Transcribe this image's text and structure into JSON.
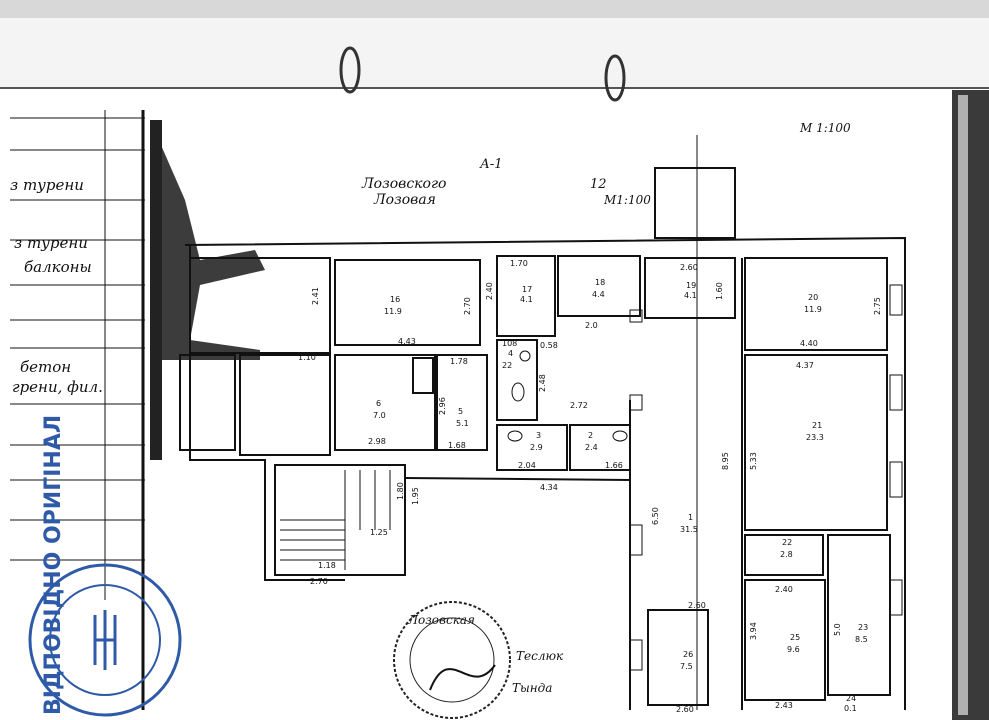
{
  "header": {
    "scale_top": "М 1:100",
    "letter": "А-1",
    "street_line1": "Лозовского",
    "street_line2": "Лозовая",
    "house_number": "12",
    "scale_mid": "М1:100"
  },
  "left_margin": {
    "lines": [
      "з турени",
      "з турени",
      "балконы",
      "бетон",
      "грени, фил."
    ]
  },
  "rooms": [
    {
      "no": "16",
      "area": "11.9"
    },
    {
      "no": "17",
      "area": "4.1"
    },
    {
      "no": "18",
      "area": "4.4"
    },
    {
      "no": "19",
      "area": "4.1"
    },
    {
      "no": "20",
      "area": "11.9"
    },
    {
      "no": "6",
      "area": "7.0"
    },
    {
      "no": "5",
      "area": "5.1"
    },
    {
      "no": "3",
      "area": "2.9"
    },
    {
      "no": "2",
      "area": "2.4"
    },
    {
      "no": "21",
      "area": "23.3"
    },
    {
      "no": "1",
      "area": "31.5"
    },
    {
      "no": "22",
      "area": "2.8"
    },
    {
      "no": "23",
      "area": "8.5"
    },
    {
      "no": "25",
      "area": "9.6"
    },
    {
      "no": "26",
      "area": "7.5"
    },
    {
      "no": "24",
      "area": "0.1"
    },
    {
      "no": "108",
      "area": "4"
    }
  ],
  "dimensions": [
    "1.70",
    "2.60",
    "2.41",
    "2.70",
    "4.43",
    "1.10",
    "1.78",
    "2.40",
    "1.60",
    "2.75",
    "4.40",
    "4.37",
    "0.58",
    "2.0",
    "22",
    "2.48",
    "2.72",
    "2.98",
    "1.68",
    "2.04",
    "1.66",
    "4.34",
    "8.95",
    "5.33",
    "6.50",
    "1.80",
    "1.95",
    "1.25",
    "2.70",
    "1.18",
    "2.40",
    "2.60",
    "3.94",
    "5.0",
    "2.43",
    "2.60",
    "2.96"
  ],
  "signatures": {
    "name1": "Лозовская",
    "name2": "Теслюк",
    "name3": "Тында"
  },
  "stamp": {
    "text_vertical": "ВІДПОВІДНО ОРИГІНАЛ",
    "emblem": "trident"
  },
  "colors": {
    "ink": "#111111",
    "stamp_blue": "#2f5aa8",
    "paper": "#ffffff",
    "shadow": "#8a8a8a"
  }
}
